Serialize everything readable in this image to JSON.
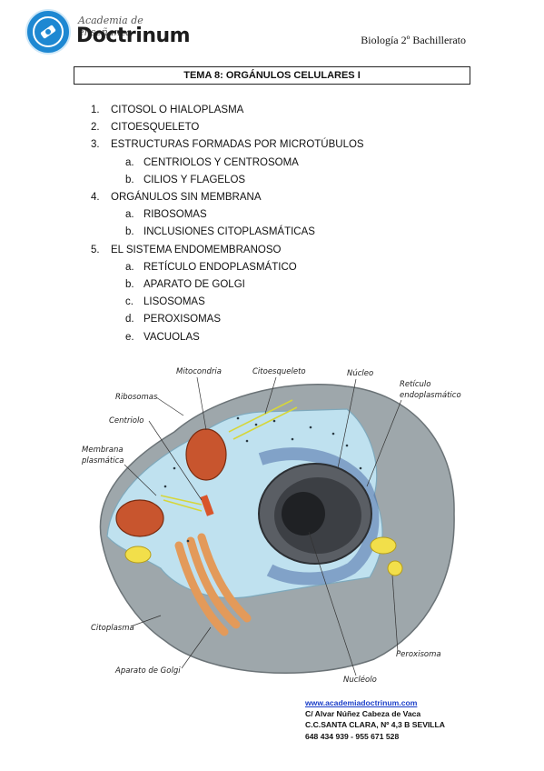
{
  "header": {
    "logo_small_text": "Academia de enseñanza",
    "logo_main_text": "Doctrinum",
    "subject": "Biología 2º Bachillerato"
  },
  "title": "TEMA 8: ORGÁNULOS CELULARES I",
  "toc": [
    {
      "num": "1.",
      "label": "CITOSOL O HIALOPLASMA"
    },
    {
      "num": "2.",
      "label": "CITOESQUELETO"
    },
    {
      "num": "3.",
      "label": "ESTRUCTURAS FORMADAS POR MICROTÚBULOS"
    },
    {
      "num": "a.",
      "label": "CENTRIOLOS Y CENTROSOMA",
      "sub": true
    },
    {
      "num": "b.",
      "label": "CILIOS Y FLAGELOS",
      "sub": true
    },
    {
      "num": "4.",
      "label": "ORGÁNULOS SIN MEMBRANA"
    },
    {
      "num": "a.",
      "label": "RIBOSOMAS",
      "sub": true
    },
    {
      "num": "b.",
      "label": "INCLUSIONES CITOPLASMÁTICAS",
      "sub": true
    },
    {
      "num": "5.",
      "label": "EL SISTEMA ENDOMEMBRANOSO"
    },
    {
      "num": "a.",
      "label": "RETÍCULO ENDOPLASMÁTICO",
      "sub": true
    },
    {
      "num": "b.",
      "label": "APARATO DE GOLGI",
      "sub": true
    },
    {
      "num": "c.",
      "label": "LISOSOMAS",
      "sub": true
    },
    {
      "num": "d.",
      "label": "PEROXISOMAS",
      "sub": true
    },
    {
      "num": "e.",
      "label": "VACUOLAS",
      "sub": true
    }
  ],
  "diagram_labels": {
    "mitocondria": "Mitocondria",
    "citoesqueleto": "Citoesqueleto",
    "nucleo": "Núcleo",
    "reticulo_1": "Retículo",
    "reticulo_2": "endoplasmático",
    "ribosomas": "Ribosomas",
    "centriolo": "Centriolo",
    "membrana_1": "Membrana",
    "membrana_2": "plasmática",
    "citoplasma": "Citoplasma",
    "aparato_golgi": "Aparato de Golgi",
    "nucleolo": "Nucléolo",
    "peroxisoma": "Peroxisoma"
  },
  "footer": {
    "url": "www.academiadoctrinum.com",
    "address_1": "C/ Alvar Núñez Cabeza de Vaca",
    "address_2": "C.C.SANTA CLARA, Nº 4,3 B SEVILLA",
    "phones": "648 434 939 - 955 671 528"
  },
  "colors": {
    "logo_blue": "#1e88d2",
    "cytoplasm": "#bfe1ef",
    "outer_cell": "#9ea7ab",
    "nucleus": "#3c3f44",
    "mitochondria": "#c8552e",
    "golgi": "#e39a5a",
    "vacuole": "#f2df4a"
  }
}
